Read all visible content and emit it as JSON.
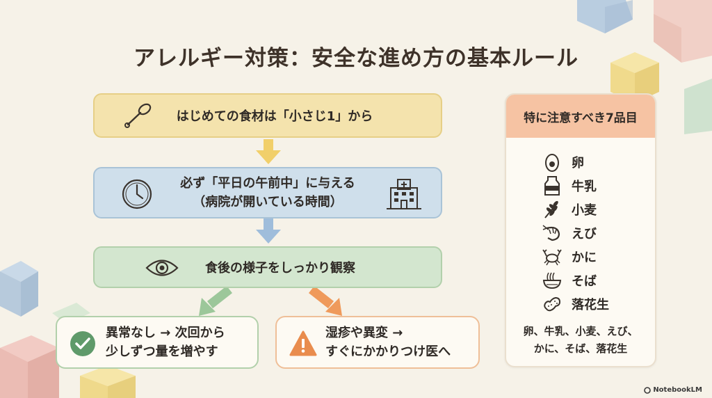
{
  "title": "アレルギー対策：安全な進め方の基本ルール",
  "steps": [
    {
      "text": "はじめての食材は「小さじ1」から",
      "icon": "spoon-icon"
    },
    {
      "line1": "必ず「平日の午前中」に与える",
      "line2": "（病院が開いている時間）",
      "icon": "clock-icon",
      "icon2": "hospital-icon"
    },
    {
      "text": "食後の様子をしっかり観察",
      "icon": "eye-icon"
    }
  ],
  "outcomes": [
    {
      "line1": "異常なし → 次回から",
      "line2": "少しずつ量を増やす",
      "icon": "check-circle-icon"
    },
    {
      "line1": "湿疹や異変 →",
      "line2": "すぐにかかりつけ医へ",
      "icon": "warning-icon"
    }
  ],
  "panel": {
    "title": "特に注意すべき7品目",
    "items": [
      {
        "label": "卵",
        "icon": "egg-icon"
      },
      {
        "label": "牛乳",
        "icon": "milk-carton-icon"
      },
      {
        "label": "小麦",
        "icon": "wheat-icon"
      },
      {
        "label": "えび",
        "icon": "shrimp-icon"
      },
      {
        "label": "かに",
        "icon": "crab-icon"
      },
      {
        "label": "そば",
        "icon": "noodle-bowl-icon"
      },
      {
        "label": "落花生",
        "icon": "peanut-icon"
      }
    ],
    "summary_line1": "卵、牛乳、小麦、えび、",
    "summary_line2": "かに、そば、落花生"
  },
  "logo": "NotebookLM",
  "colors": {
    "step1": "#f4e3ad",
    "step2": "#cfdfeb",
    "step3": "#d3e6cf",
    "ok": "#5f9a6a",
    "warn": "#e98c4d",
    "panel_head": "#f6c3a3"
  }
}
